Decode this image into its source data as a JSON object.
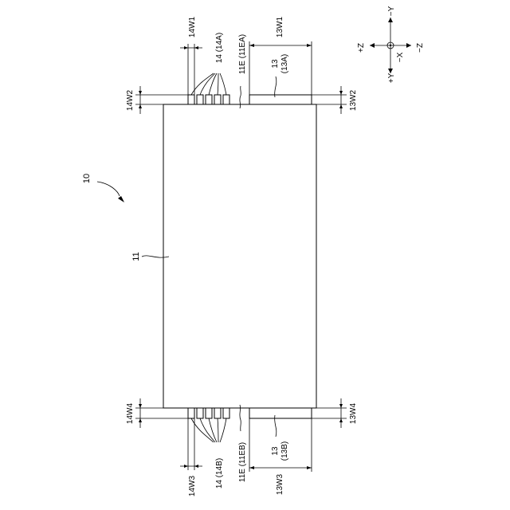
{
  "figure": {
    "device_label": "10",
    "body_label": "11",
    "top": {
      "tab_label_line1": "13",
      "tab_label_line2": "(13A)",
      "fin_group_label": "14 (14A)",
      "edge_label": "11E (11EA)",
      "dim_fin_width": "14W1",
      "dim_tab_width": "13W1",
      "dim_fin_height": "14W2",
      "dim_tab_height": "13W2"
    },
    "bottom": {
      "tab_label_line1": "13",
      "tab_label_line2": "(13B)",
      "fin_group_label": "14 (14B)",
      "edge_label": "11E (11EB)",
      "dim_fin_width": "14W3",
      "dim_tab_width": "13W3",
      "dim_fin_height": "14W4",
      "dim_tab_height": "13W4"
    },
    "axes": {
      "neg_y": "−Y",
      "pos_y": "+Y",
      "pos_z": "+Z",
      "neg_z": "−Z",
      "neg_x": "−X"
    }
  }
}
